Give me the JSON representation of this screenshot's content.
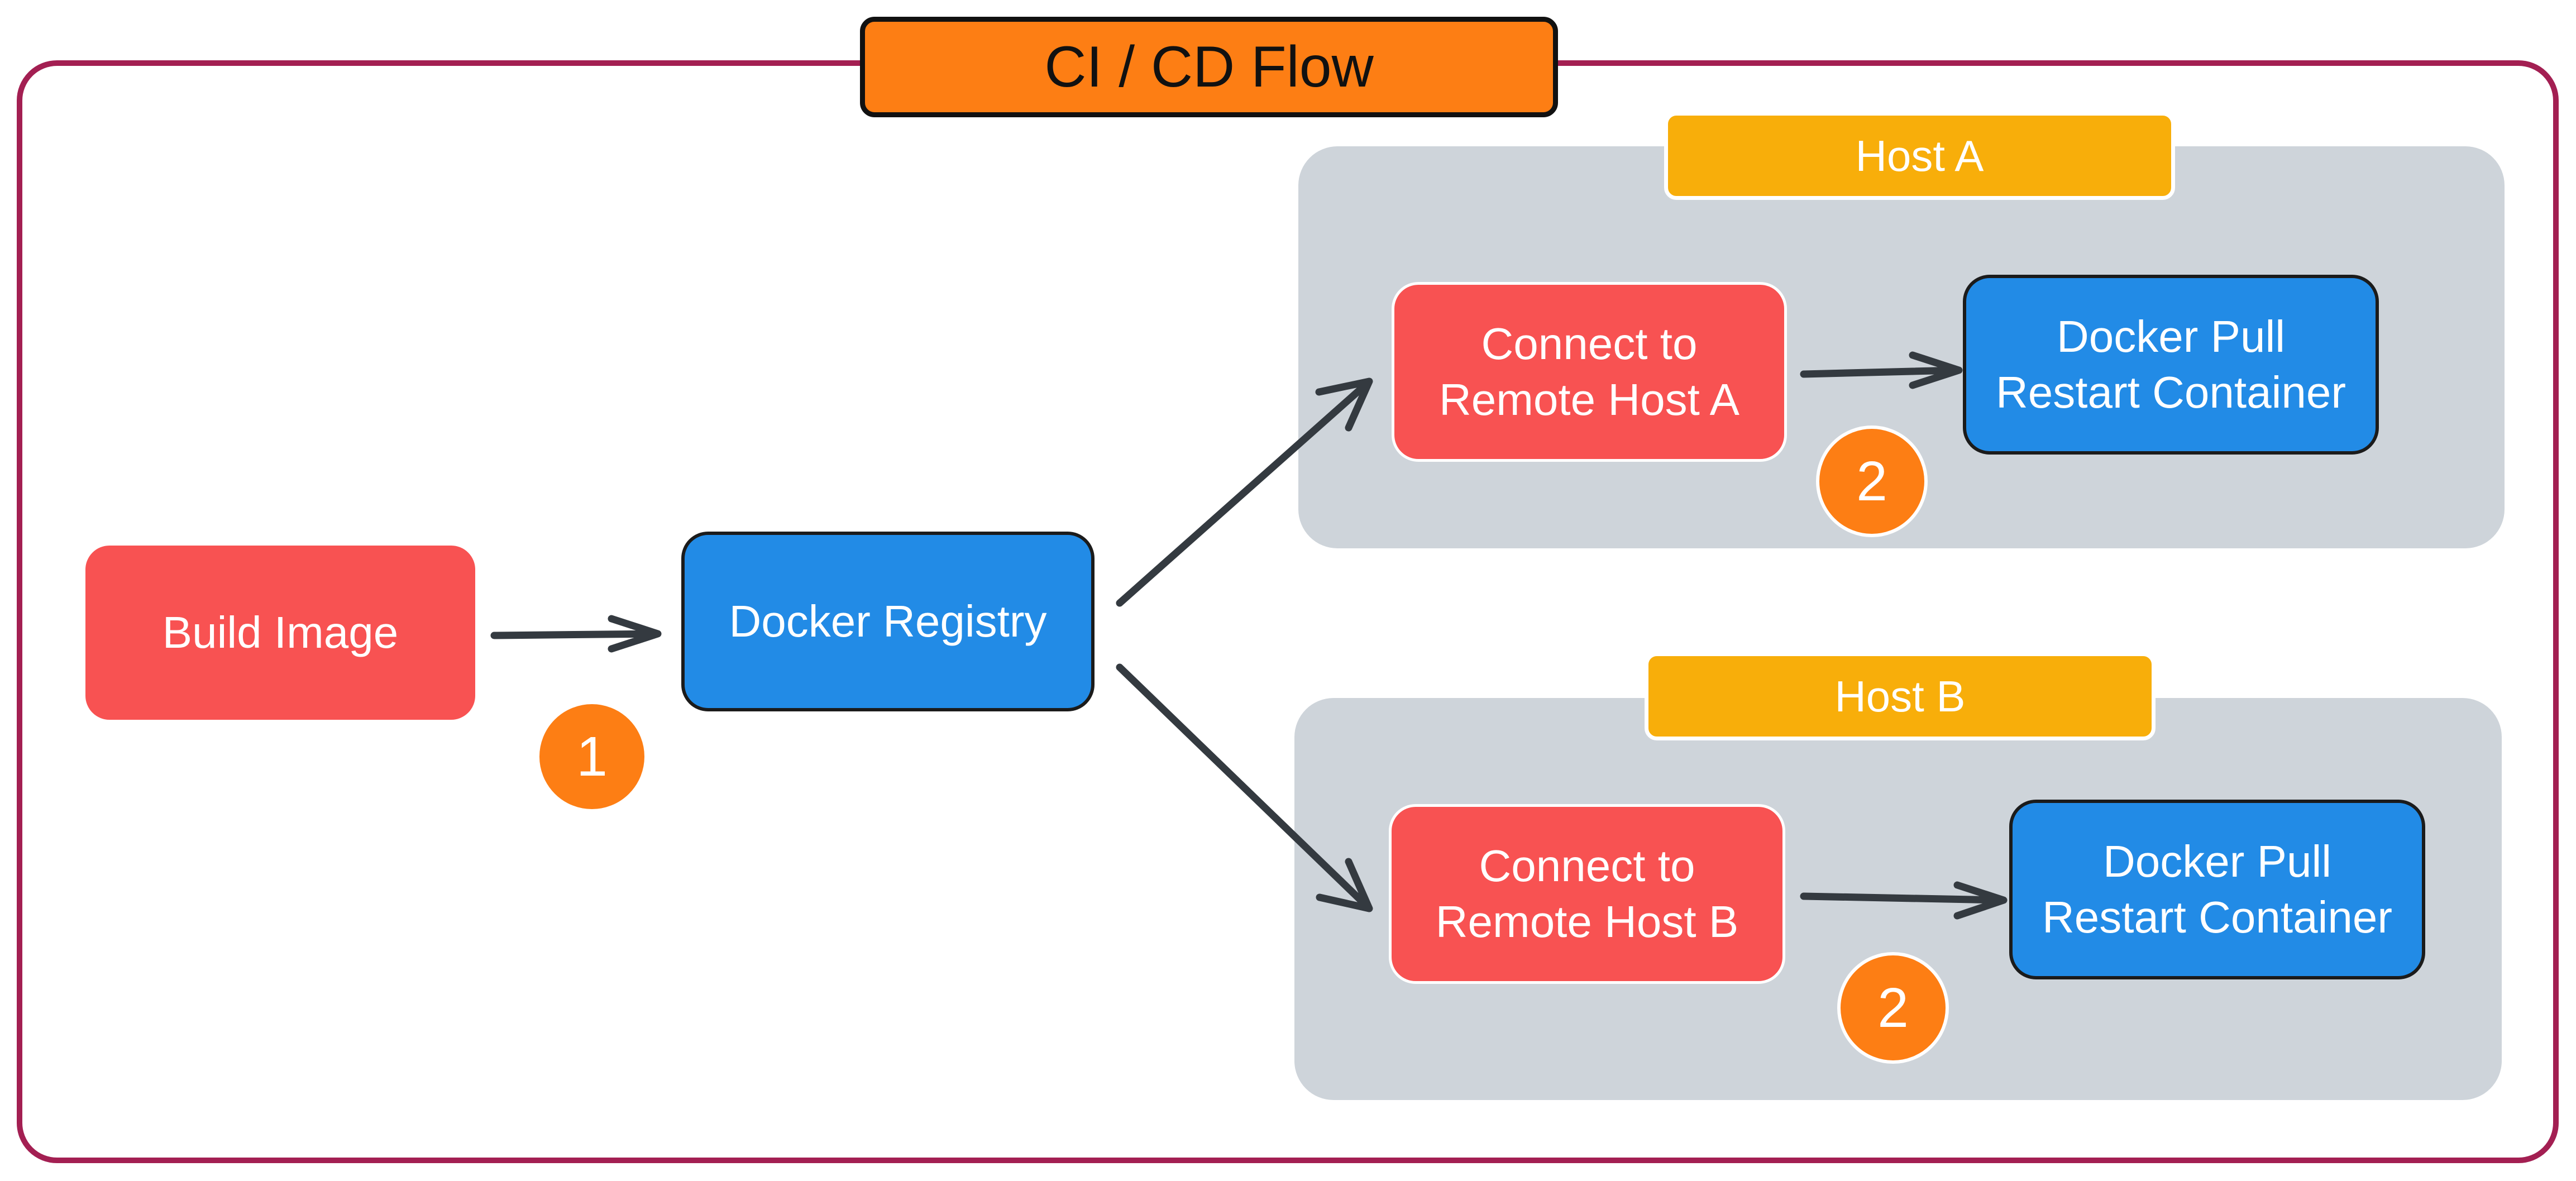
{
  "title": "CI / CD Flow",
  "colors": {
    "frame": "#a31f52",
    "title_fill": "#fd7e14",
    "host_panel": "#ced4da",
    "host_tag": "#f8ae0a",
    "red_node": "#f85252",
    "blue_node": "#228be6",
    "badge": "#fd7e14",
    "arrow": "#343a40"
  },
  "nodes": {
    "build_image": "Build Image",
    "docker_registry": "Docker Registry"
  },
  "hosts": [
    {
      "tag": "Host A",
      "connect_lines": [
        "Connect to",
        "Remote Host A"
      ],
      "pull_lines": [
        "Docker Pull",
        "Restart Container"
      ],
      "step": "2"
    },
    {
      "tag": "Host B",
      "connect_lines": [
        "Connect to",
        "Remote Host B"
      ],
      "pull_lines": [
        "Docker Pull",
        "Restart Container"
      ],
      "step": "2"
    }
  ],
  "steps": {
    "build_step": "1"
  },
  "edges": [
    {
      "from": "Build Image",
      "to": "Docker Registry"
    },
    {
      "from": "Docker Registry",
      "to": "Connect to Remote Host A"
    },
    {
      "from": "Docker Registry",
      "to": "Connect to Remote Host B"
    },
    {
      "from": "Connect to Remote Host A",
      "to": "Docker Pull Restart Container"
    },
    {
      "from": "Connect to Remote Host B",
      "to": "Docker Pull Restart Container"
    }
  ]
}
